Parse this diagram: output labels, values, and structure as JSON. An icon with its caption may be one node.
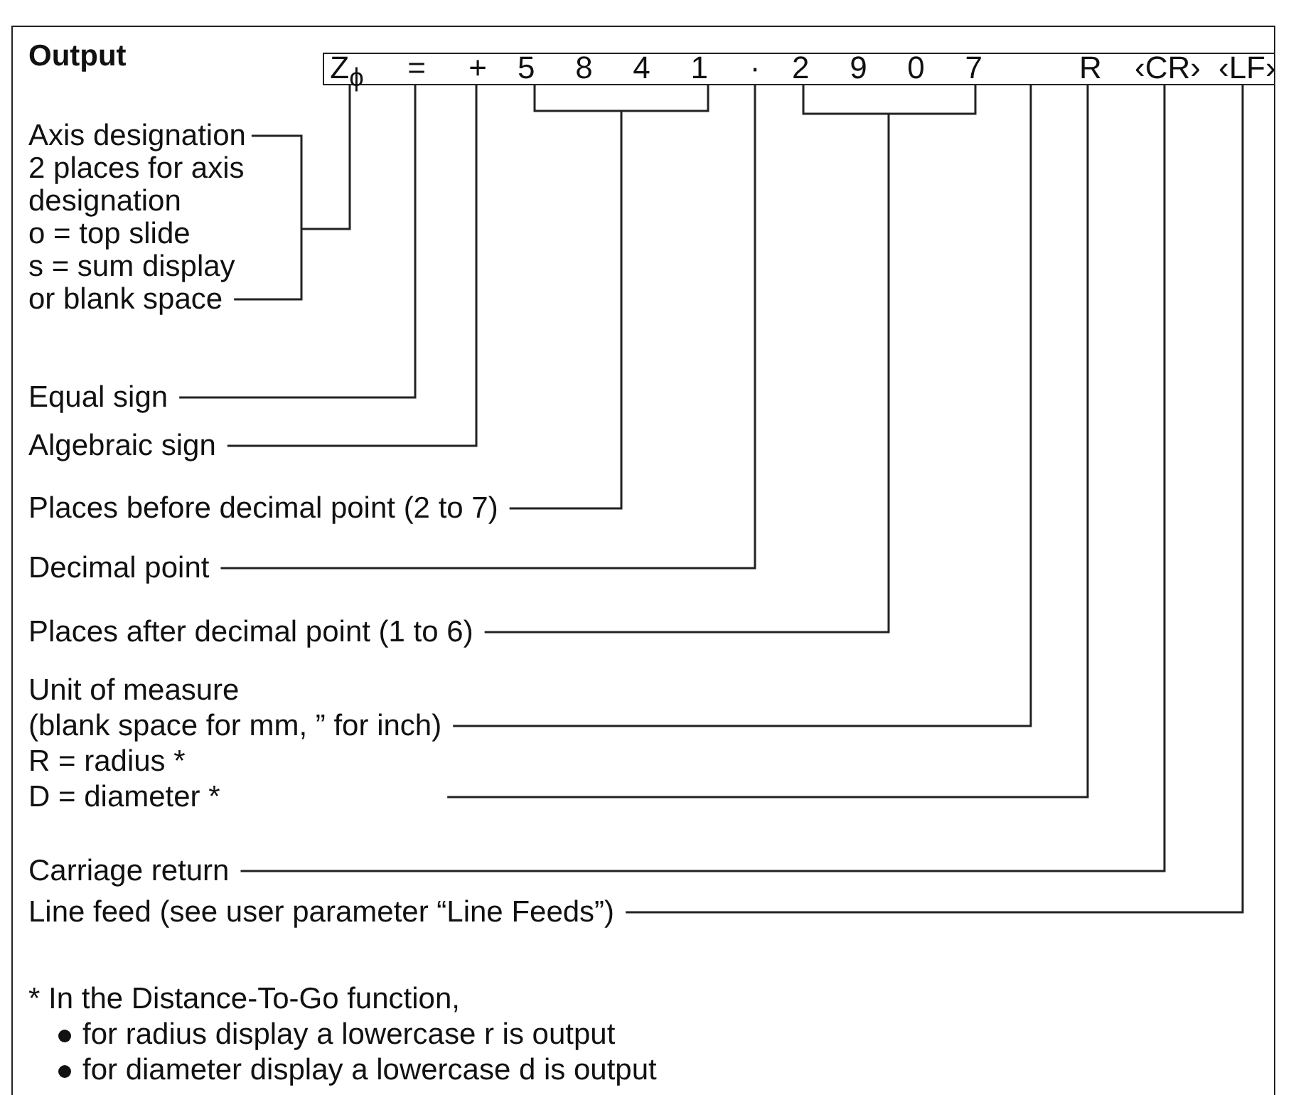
{
  "diagram": {
    "title": "Output",
    "nodes": [
      {
        "text": [],
        "shape": "box"
      },
      {
        "text": [
          "Z$_{ϕ}$"
        ],
        "in": 0
      },
      {
        "text": [
          "="
        ],
        "in": 0
      },
      {
        "text": [
          "+"
        ],
        "in": 0
      },
      {
        "text": [
          "5 8 4 1"
        ],
        "in": 0
      },
      {
        "text": [
          "·"
        ],
        "in": 0
      },
      {
        "text": [
          "2 9 0 7"
        ],
        "in": 0
      },
      {
        "text": [
          "R"
        ],
        "in": 0
      },
      {
        "text": [
          "‹CR›"
        ],
        "in": 0
      },
      {
        "text": [
          "‹LF›"
        ],
        "in": 0
      },
      {
        "text": [
          "Axis designation",
          "2 places for axis designation",
          "o = top slide",
          "s = sum display or blank space"
        ]
      },
      {
        "text": [
          "Equal sign"
        ]
      },
      {
        "text": [
          "Algebraic sign"
        ]
      },
      {
        "text": [
          "Places before decimal point (2 to 7)"
        ]
      },
      {
        "text": [
          "Decimal point"
        ]
      },
      {
        "text": [
          "Places after decimal point (1 to 6)"
        ]
      },
      {
        "text": [
          "Unit of measure",
          "(blank space for mm, ” for inch)",
          "R = radius *",
          "D = diameter *"
        ]
      },
      {
        "text": [
          "Carriage return"
        ]
      },
      {
        "text": [
          "Line feed (see user parameter “Line Feeds”)"
        ]
      }
    ],
    "edges": [
      {
        "from": 10,
        "to": 1,
        "arrow": "none"
      },
      {
        "from": 11,
        "to": 2,
        "arrow": "none"
      },
      {
        "from": 12,
        "to": 3,
        "arrow": "none"
      },
      {
        "from": 13,
        "to": 4,
        "arrow": "none"
      },
      {
        "from": 14,
        "to": 5,
        "arrow": "none"
      },
      {
        "from": 15,
        "to": 6,
        "arrow": "none"
      },
      {
        "from": 16,
        "to": 0,
        "arrow": "none"
      },
      {
        "from": 16,
        "to": 7,
        "arrow": "none"
      },
      {
        "from": 17,
        "to": 8,
        "arrow": "none"
      },
      {
        "from": 18,
        "to": 9,
        "arrow": "none"
      }
    ],
    "labels": [
      "* In the Distance-To-Go function,",
      "for radius display a lowercase r is output",
      "for diameter display a lowercase d is output"
    ]
  }
}
